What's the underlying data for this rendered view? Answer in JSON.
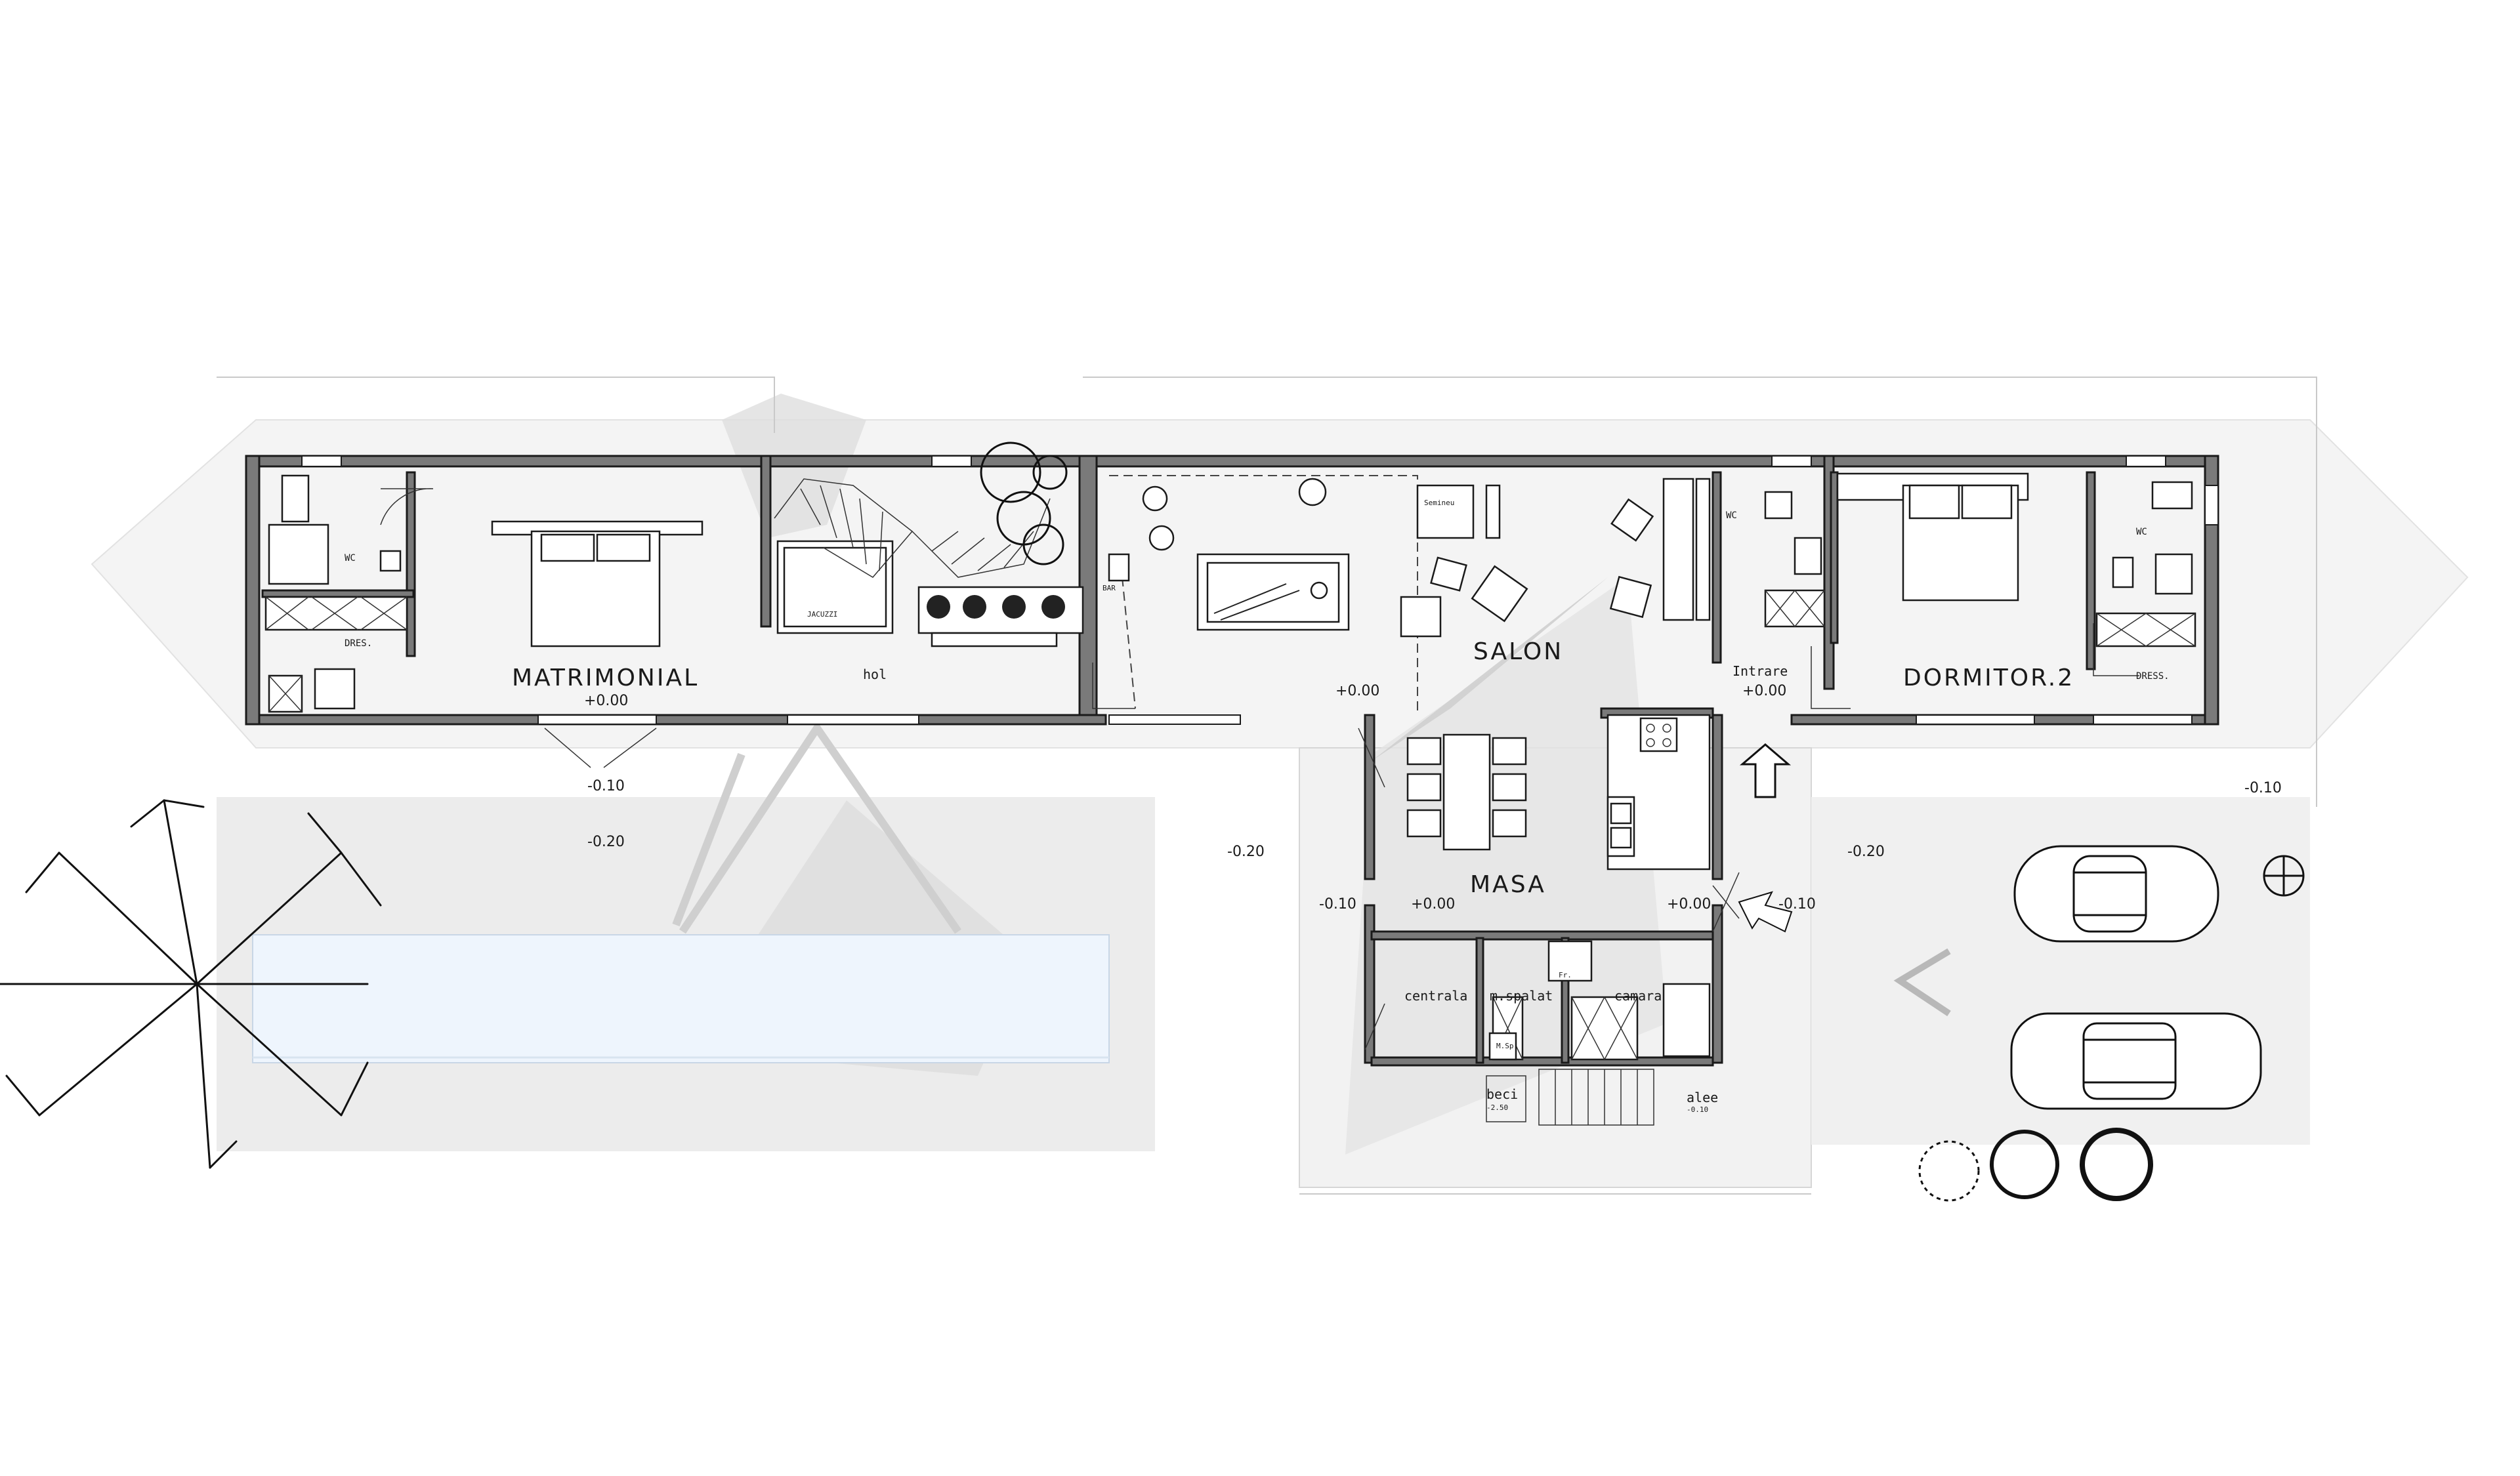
{
  "rooms": {
    "matrimonial": "MATRIMONIAL",
    "salon": "SALON",
    "dormitor2": "DORMITOR.2",
    "masa": "MASA",
    "hol": "hol",
    "jacuzzi": "JACUZZI",
    "bar": "BAR",
    "semineu": "Semineu",
    "wc_left": "WC",
    "wc_mid": "WC",
    "wc_right": "WC",
    "dres_left": "DRES.",
    "dress_right": "DRESS.",
    "intrare": "Intrare",
    "centrala": "centrala",
    "m_spalat": "m.spalat",
    "camara": "camara",
    "beci": "beci",
    "alee": "alee",
    "fr": "Fr.",
    "msp": "M.Sp."
  },
  "levels": {
    "matrimonial": "+0.00",
    "salon": "+0.00",
    "intrare": "+0.00",
    "masa_left": "+0.00",
    "masa_right": "+0.00",
    "terrace_left": "-0.10",
    "east_edge": "-0.10",
    "masa_side_left": "-0.10",
    "masa_side_right": "-0.10",
    "pool_area": "-0.20",
    "courtyard": "-0.20",
    "parking": "-0.20",
    "beci": "-2.50",
    "alee": "-0.10"
  },
  "colors": {
    "wall": "#7a7a7a",
    "line": "#1a1a1a",
    "shadow": "#e6e6e6",
    "pool": "#eef5fd"
  }
}
